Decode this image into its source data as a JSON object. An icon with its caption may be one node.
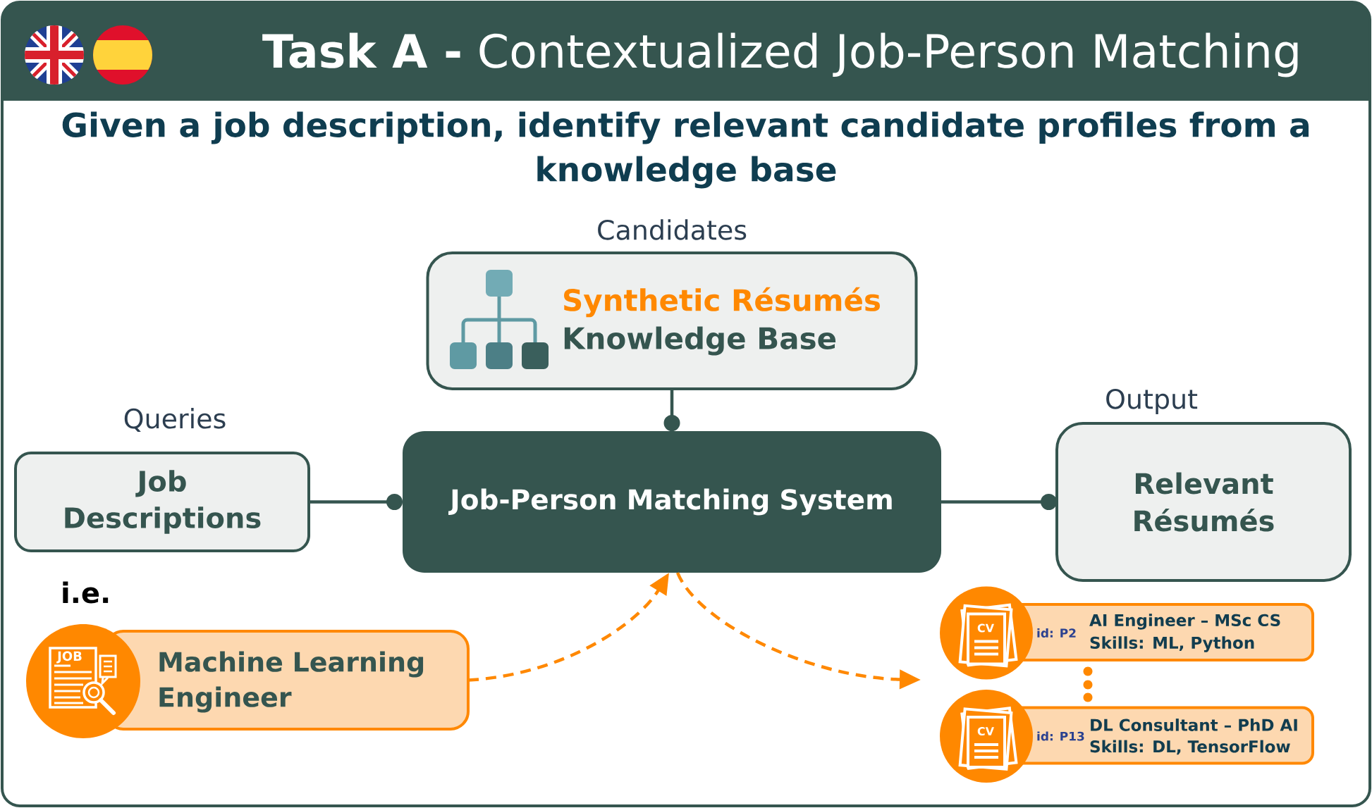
{
  "diagram": {
    "title": "**Task A -** Contextualized Job-Person Matching",
    "nodes": [
      {
        "text": [
          "Candidates",
          "Synthetic Résumés",
          "Knowledge Base"
        ]
      },
      {
        "text": [
          "Queries",
          "Job Descriptions"
        ]
      },
      {
        "text": [
          "Job-Person Matching System"
        ]
      },
      {
        "text": [
          "Output",
          "Relevant Résumés"
        ]
      },
      {
        "text": [
          "JOB",
          "Machine Learning Engineer"
        ]
      },
      {
        "text": [
          "CV",
          "id: P2",
          "AI Engineer – MSc CS",
          "Skills: ML, Python"
        ]
      },
      {
        "text": [
          "CV",
          "id: P13",
          "DL Consultant – PhD AI",
          "Skills: DL, TensorFlow"
        ]
      }
    ],
    "edges": [
      {
        "from": 0,
        "to": 2,
        "arrow": "other"
      },
      {
        "from": 1,
        "to": 2,
        "arrow": "other"
      },
      {
        "from": 2,
        "to": 3,
        "arrow": "other"
      },
      {
        "from": 4,
        "to": 2,
        "arrow": "to",
        "style": "dashed",
        "color": "#ff8800"
      },
      {
        "from": 2,
        "to": null,
        "arrow": "to",
        "style": "dashed",
        "color": "#ff8800"
      }
    ],
    "labels": [
      "Given a job description, identify relevant candidate profiles from a knowledge base",
      "i.e."
    ]
  }
}
